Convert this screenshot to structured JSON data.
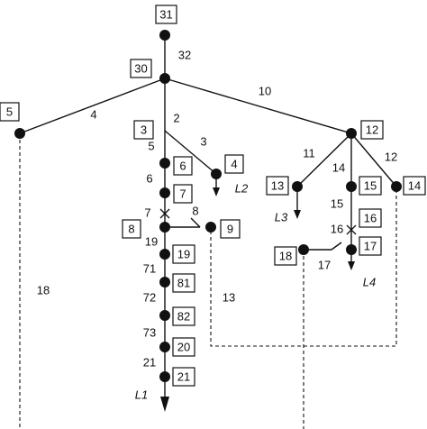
{
  "node_labels": {
    "n31": "31",
    "n30": "30",
    "n5": "5",
    "n3": "3",
    "n4": "4",
    "n12": "12",
    "n6": "6",
    "n7": "7",
    "n8": "8",
    "n9": "9",
    "n13": "13",
    "n15": "15",
    "n14": "14",
    "n16": "16",
    "n17": "17",
    "n18": "18",
    "n19": "19",
    "n81": "81",
    "n82": "82",
    "n20": "20",
    "n21": "21"
  },
  "edge_labels": {
    "e32": "32",
    "e4": "4",
    "e2": "2",
    "e10": "10",
    "e3": "3",
    "e5": "5",
    "e6": "6",
    "e7": "7",
    "e8": "8",
    "e11": "11",
    "e14": "14",
    "e12": "12",
    "e15": "15",
    "e16": "16",
    "e17": "17",
    "e18": "18",
    "e19": "19",
    "e71": "71",
    "e72": "72",
    "e13": "13",
    "e73": "73",
    "e21": "21"
  },
  "load_labels": {
    "L1": "L1",
    "L2": "L2",
    "L3": "L3",
    "L4": "L4"
  }
}
